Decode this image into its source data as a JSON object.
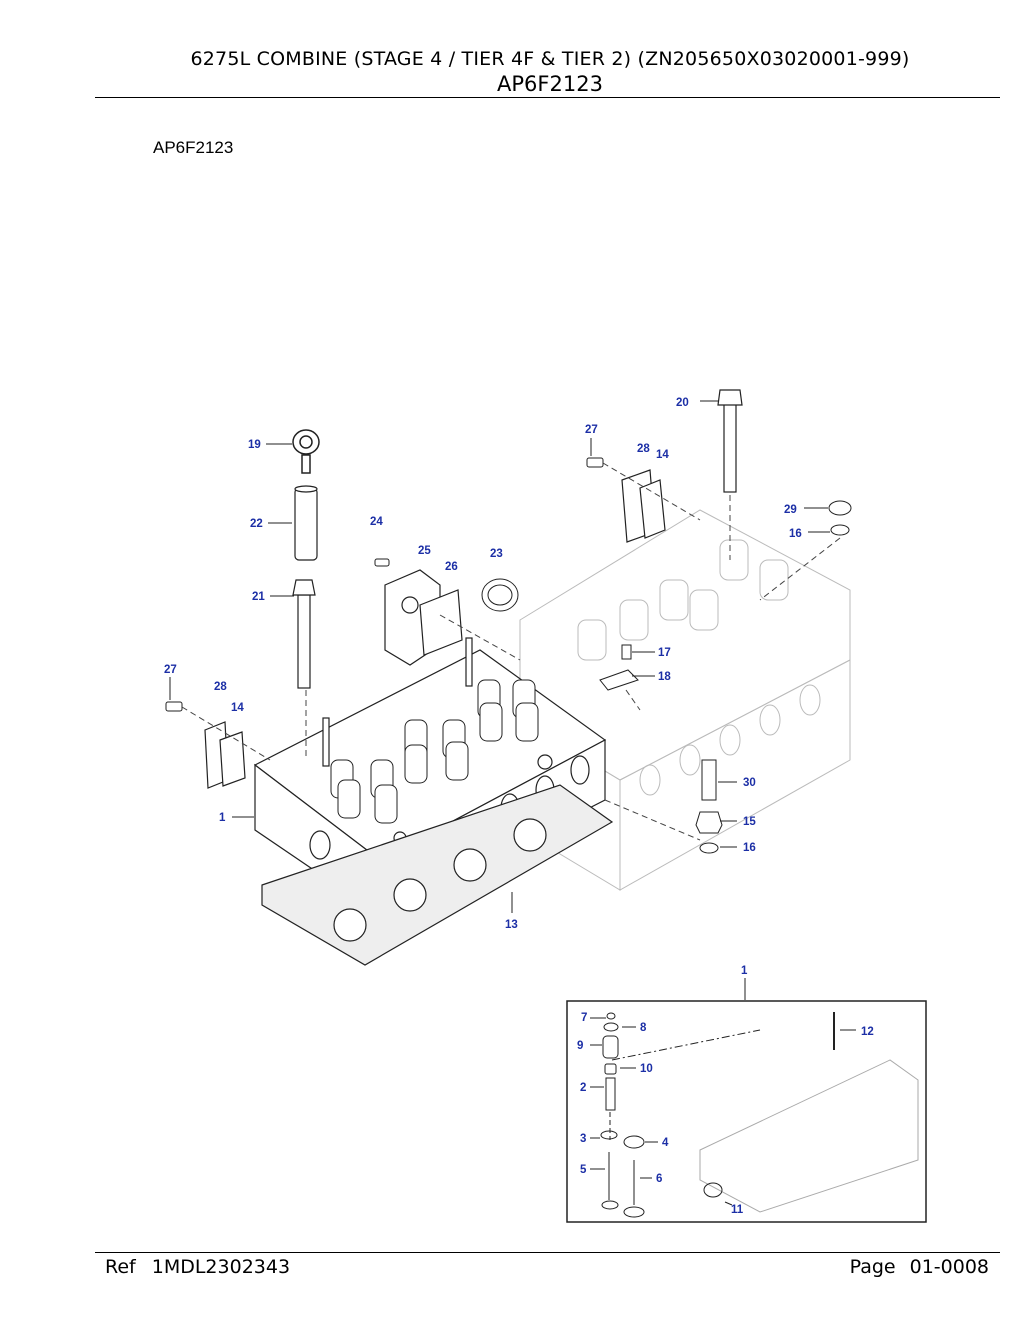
{
  "header": {
    "title": "6275L COMBINE (STAGE 4 / TIER 4F & TIER 2) (ZN205650X03020001-999)",
    "code": "AP6F2123"
  },
  "figure": {
    "label": "AP6F2123",
    "callouts": {
      "c1": "1",
      "c13": "13",
      "c14a": "14",
      "c14b": "14",
      "c15": "15",
      "c16a": "16",
      "c16b": "16",
      "c17": "17",
      "c18": "18",
      "c19": "19",
      "c20": "20",
      "c21": "21",
      "c22": "22",
      "c23": "23",
      "c24": "24",
      "c25": "25",
      "c26": "26",
      "c27a": "27",
      "c27b": "27",
      "c28a": "28",
      "c28b": "28",
      "c29": "29",
      "c30": "30"
    },
    "inset": {
      "ref": "1",
      "callouts": {
        "i2": "2",
        "i3": "3",
        "i4": "4",
        "i5": "5",
        "i6": "6",
        "i7": "7",
        "i8": "8",
        "i9": "9",
        "i10": "10",
        "i11": "11",
        "i12": "12"
      }
    }
  },
  "footer": {
    "ref_label": "Ref",
    "ref_value": "1MDL2302343",
    "page_label": "Page",
    "page_value": "01-0008"
  }
}
